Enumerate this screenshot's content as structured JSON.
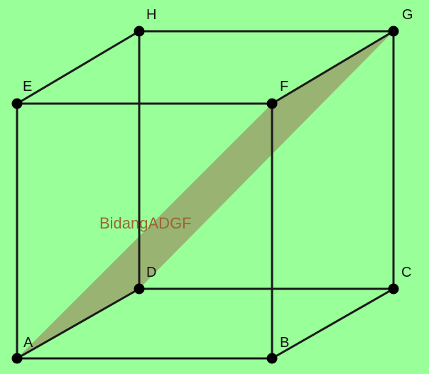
{
  "colors": {
    "background": "#99ff99",
    "edge": "#1a1a1a",
    "vertex": "#000000",
    "plane_fill": "#999966",
    "plane_label": "#996633"
  },
  "vertices": {
    "A": "A",
    "B": "B",
    "C": "C",
    "D": "D",
    "E": "E",
    "F": "F",
    "G": "G",
    "H": "H"
  },
  "edges": [
    [
      "A",
      "B"
    ],
    [
      "B",
      "C"
    ],
    [
      "C",
      "D"
    ],
    [
      "D",
      "A"
    ],
    [
      "E",
      "F"
    ],
    [
      "F",
      "G"
    ],
    [
      "G",
      "H"
    ],
    [
      "H",
      "E"
    ],
    [
      "A",
      "E"
    ],
    [
      "B",
      "F"
    ],
    [
      "C",
      "G"
    ],
    [
      "D",
      "H"
    ]
  ],
  "plane": {
    "vertices": [
      "A",
      "D",
      "G",
      "F"
    ],
    "label": "BidangADGF"
  }
}
